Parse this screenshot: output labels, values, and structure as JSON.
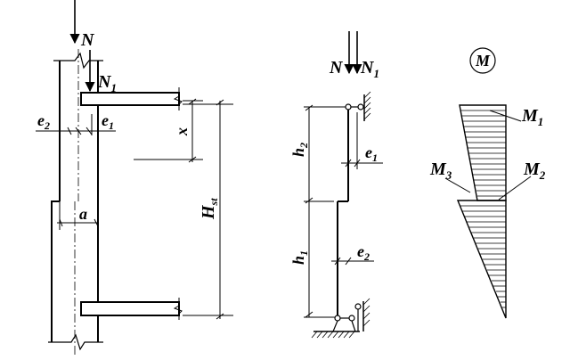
{
  "labels": {
    "N": "N",
    "N1_base": "N",
    "N1_sub": "1",
    "e2_base": "e",
    "e2_sub": "2",
    "e1_base": "e",
    "e1_sub": "1",
    "x": "x",
    "a": "a",
    "Hst_base": "H",
    "Hst_sub": "st",
    "scheme_N": "N",
    "scheme_N1_base": "N",
    "scheme_N1_sub": "1",
    "h2_base": "h",
    "h2_sub": "2",
    "h1_base": "h",
    "h1_sub": "1",
    "scheme_e1_base": "e",
    "scheme_e1_sub": "1",
    "scheme_e2_base": "e",
    "scheme_e2_sub": "2",
    "M_symbol": "M",
    "M1_base": "M",
    "M1_sub": "1",
    "M2_base": "M",
    "M2_sub": "2",
    "M3_base": "M",
    "M3_sub": "3"
  }
}
